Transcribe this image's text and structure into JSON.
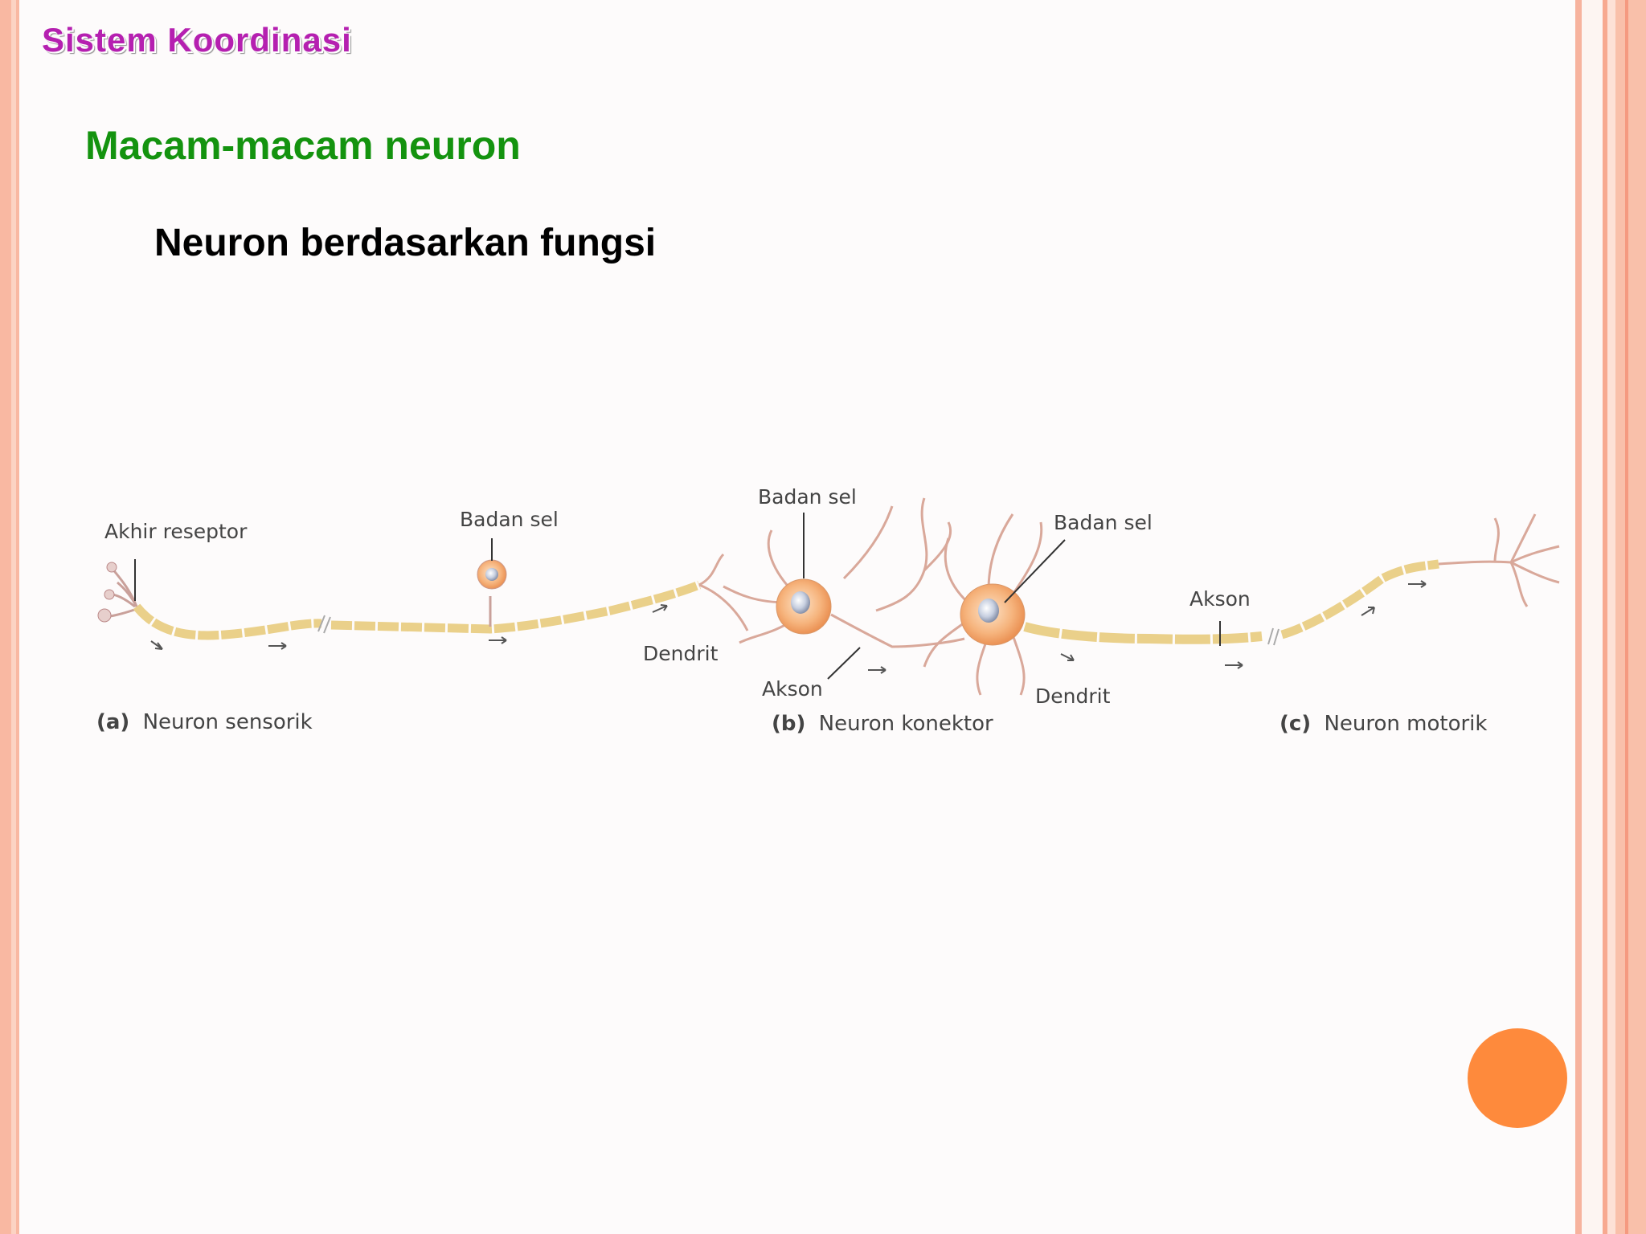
{
  "slide": {
    "section_title": "Sistem Koordinasi",
    "heading": "Macam-macam neuron",
    "subheading": "Neuron berdasarkan fungsi"
  },
  "diagram": {
    "labels": {
      "akhir_reseptor": "Akhir reseptor",
      "badan_sel_a": "Badan sel",
      "badan_sel_b": "Badan sel",
      "badan_sel_c": "Badan sel",
      "dendrit_b": "Dendrit",
      "akson_b": "Akson",
      "dendrit_c": "Dendrit",
      "akson_c": "Akson"
    },
    "captions": [
      {
        "letter": "(a)",
        "text": "Neuron sensorik"
      },
      {
        "letter": "(b)",
        "text": "Neuron konektor"
      },
      {
        "letter": "(c)",
        "text": "Neuron motorik"
      }
    ]
  },
  "colors": {
    "section_title": "#b520b0",
    "heading": "#14930f",
    "myelin": "#ead08a",
    "cell_body": "#f2a468",
    "nucleus": "#b9c4d8",
    "accent_dot": "#fe8a3c"
  }
}
